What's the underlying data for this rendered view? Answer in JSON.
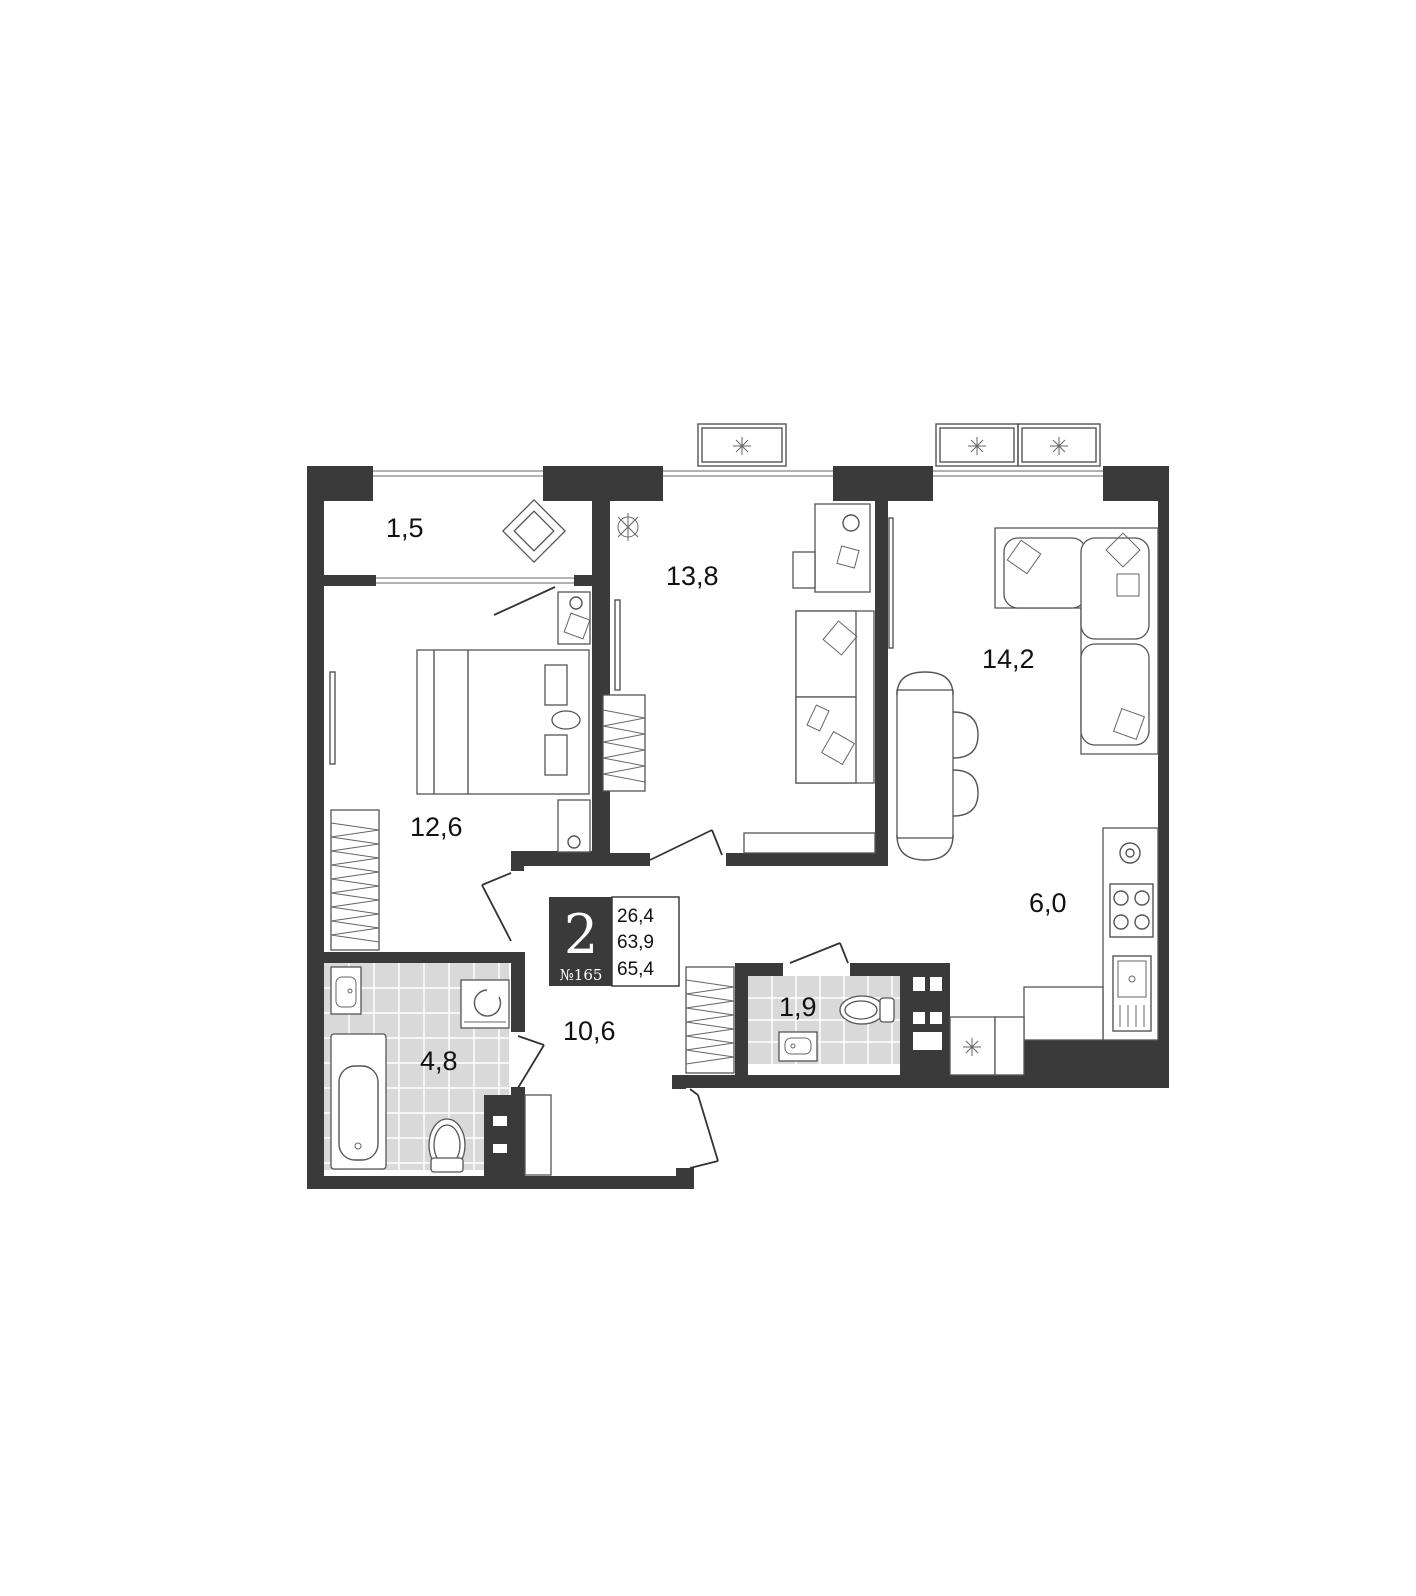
{
  "apartment": {
    "rooms_count": "2",
    "apartment_number": "№165",
    "living_area": "26,4",
    "total_area": "63,9",
    "total_area_with_balcony": "65,4"
  },
  "rooms": [
    {
      "id": "loggia",
      "area": "1,5"
    },
    {
      "id": "bedroom",
      "area": "12,6"
    },
    {
      "id": "room-2",
      "area": "13,8"
    },
    {
      "id": "living-room",
      "area": "14,2"
    },
    {
      "id": "kitchen",
      "area": "6,0"
    },
    {
      "id": "hallway",
      "area": "10,6"
    },
    {
      "id": "bathroom",
      "area": "4,8"
    },
    {
      "id": "toilet",
      "area": "1,9"
    }
  ],
  "colors": {
    "wall": "#3a3a3a",
    "tile": "#d9d9d9",
    "badge": "#3a3a3a"
  }
}
